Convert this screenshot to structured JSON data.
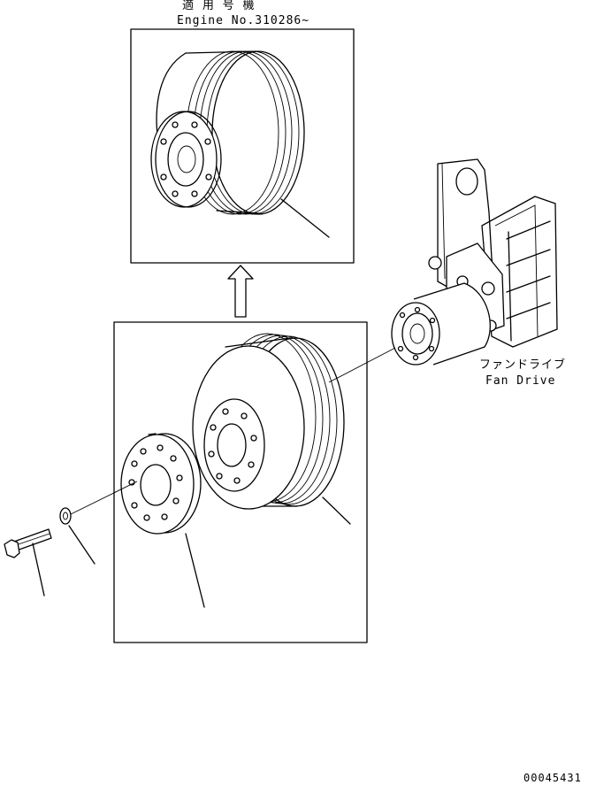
{
  "top_panel": {
    "title_jp": "適 用 号 機",
    "title_en": "Engine No.310286~"
  },
  "fan_drive": {
    "label_jp": "ファンドライブ",
    "label_en": "Fan Drive"
  },
  "drawing_number": "00045431",
  "colors": {
    "line": "#000000",
    "background": "#ffffff"
  }
}
